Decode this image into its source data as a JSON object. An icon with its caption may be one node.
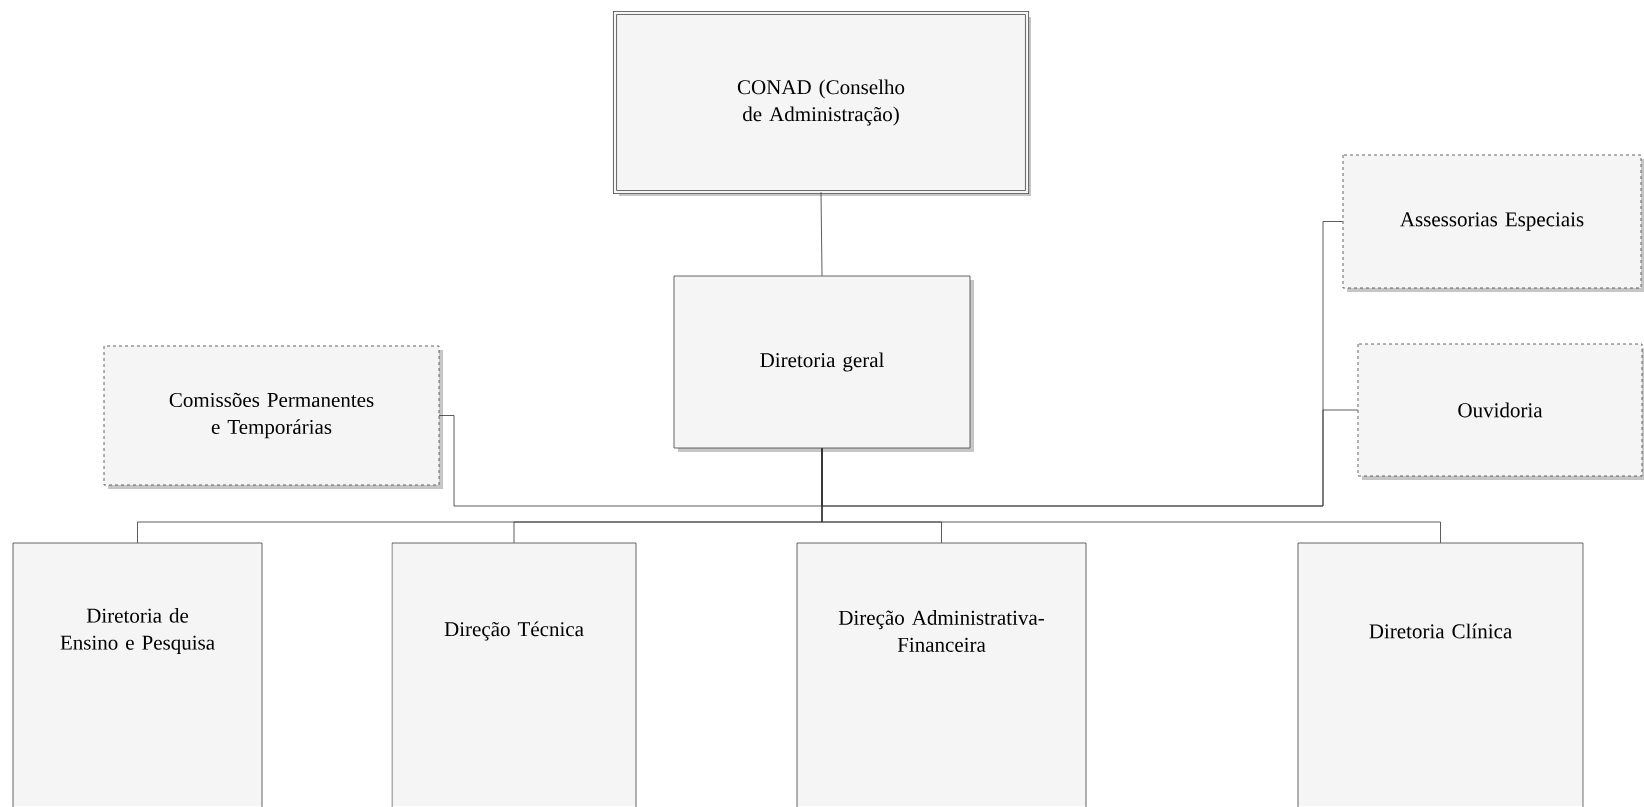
{
  "diagram": {
    "nodes": [
      {
        "text": [
          "CONAD (Conselho de Administração)"
        ]
      },
      {
        "text": [
          "Diretoria geral"
        ]
      },
      {
        "text": [
          "Comissões Permanentes e Temporárias"
        ]
      },
      {
        "text": [
          "Assessorias Especiais"
        ]
      },
      {
        "text": [
          "Ouvidoria"
        ]
      },
      {
        "text": [
          "Diretoria de Ensino e Pesquisa"
        ]
      },
      {
        "text": [
          "Direção Técnica"
        ]
      },
      {
        "text": [
          "Direção Administrativa-Financeira"
        ]
      },
      {
        "text": [
          "Diretoria Clínica"
        ]
      }
    ],
    "edges": [
      {
        "from": 0,
        "to": 1,
        "arrow": "none"
      },
      {
        "from": 1,
        "to": 2,
        "arrow": "none"
      },
      {
        "from": 1,
        "to": 3,
        "arrow": "none"
      },
      {
        "from": 1,
        "to": 4,
        "arrow": "none"
      },
      {
        "from": 1,
        "to": 5,
        "arrow": "none"
      },
      {
        "from": 1,
        "to": 6,
        "arrow": "none"
      },
      {
        "from": 1,
        "to": 7,
        "arrow": "none"
      },
      {
        "from": 1,
        "to": 8,
        "arrow": "none"
      }
    ]
  }
}
